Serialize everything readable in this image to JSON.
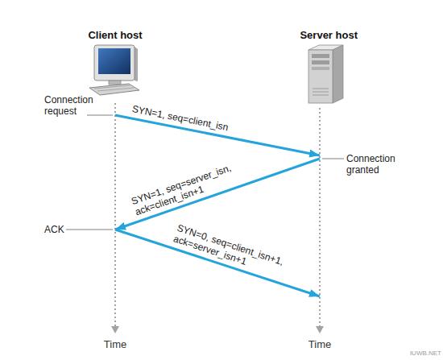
{
  "diagram": {
    "nodes": [
      {
        "text": [
          "Client host"
        ]
      },
      {
        "text": [
          "Server host"
        ]
      }
    ],
    "edges": [
      {
        "from": 0,
        "to": 1,
        "arrow": "to",
        "label": "SYN=1, seq=client_isn"
      },
      {
        "from": 1,
        "to": 0,
        "arrow": "to",
        "label": "SYN=1, seq=server_isn, ack=client_isn+1"
      },
      {
        "from": 0,
        "to": 1,
        "arrow": "to",
        "label": "SYN=0, seq=client_isn+1, ack=server_isn+1"
      }
    ],
    "labels": [
      "Connection request",
      "Connection granted",
      "ACK",
      "Time",
      "Time",
      "IUWB.NET"
    ]
  }
}
